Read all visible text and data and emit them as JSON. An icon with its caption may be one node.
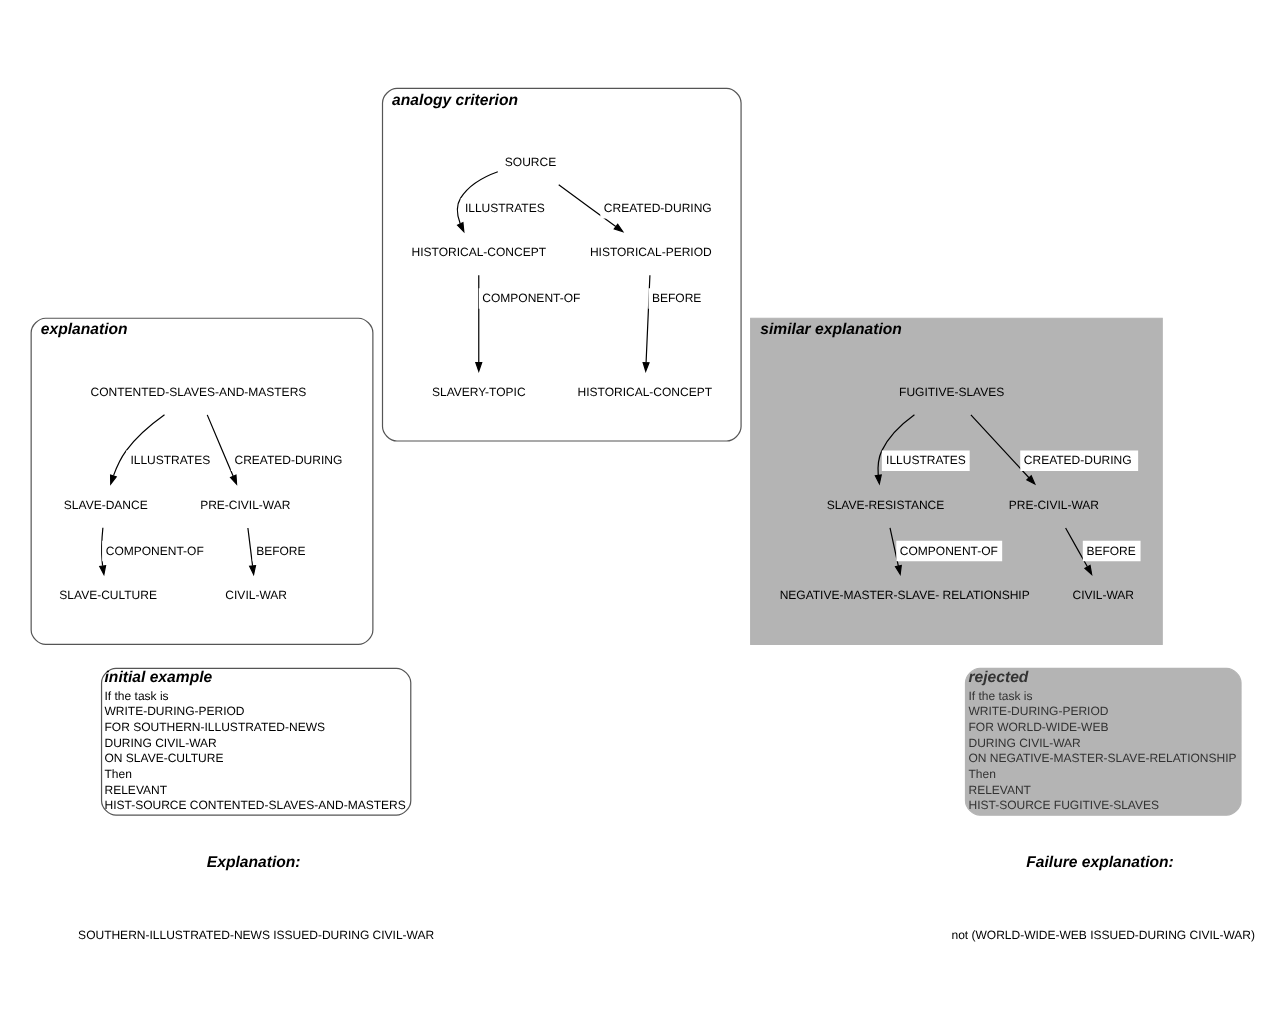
{
  "diagram": {
    "nodes": [
      {
        "text": [
          "analogy criterion"
        ]
      },
      {
        "text": [
          "HISTORICAL-CONCEPT"
        ],
        "in": 0
      },
      {
        "text": [
          "SOURCE"
        ],
        "in": 0
      },
      {
        "text": [
          "SLAVERY-TOPIC"
        ],
        "in": 0
      },
      {
        "text": [
          "HISTORICAL-PERIOD"
        ],
        "in": 0
      },
      {
        "text": [
          "HISTORICAL-CONCEPT"
        ],
        "in": 0
      },
      {
        "text": [
          "explanation"
        ]
      },
      {
        "text": [
          "SLAVE-DANCE"
        ],
        "in": 6
      },
      {
        "text": [
          "CONTENTED-SLAVES-AND-MASTERS"
        ],
        "in": 6
      },
      {
        "text": [
          "SLAVE-CULTURE"
        ],
        "in": 6
      },
      {
        "text": [
          "PRE-CIVIL-WAR"
        ],
        "in": 6
      },
      {
        "text": [
          "CIVIL-WAR"
        ],
        "in": 6
      },
      {
        "text": [
          "similar explanation"
        ]
      },
      {
        "text": [
          "SLAVE-RESISTANCE"
        ],
        "in": 12
      },
      {
        "text": [
          "FUGITIVE-SLAVES"
        ],
        "in": 12
      },
      {
        "text": [
          "NEGATIVE-MASTER-SLAVE- RELATIONSHIP"
        ],
        "in": 12
      },
      {
        "text": [
          "PRE-CIVIL-WAR"
        ],
        "in": 12
      },
      {
        "text": [
          "CIVIL-WAR"
        ],
        "in": 12
      },
      {
        "text": [
          "initial example",
          "If the task is",
          "WRITE-DURING-PERIOD",
          "FOR SOUTHERN-ILLUSTRATED-NEWS",
          "DURING CIVIL-WAR",
          "ON SLAVE-CULTURE",
          "Then",
          "RELEVANT",
          "HIST-SOURCE CONTENTED-SLAVES-AND-MASTERS"
        ]
      },
      {
        "text": [
          "rejected",
          "If the task is",
          "WRITE-DURING-PERIOD",
          "FOR WORLD-WIDE-WEB",
          "DURING CIVIL-WAR",
          "ON NEGATIVE-MASTER-SLAVE-RELATIONSHIP",
          "Then",
          "RELEVANT",
          "HIST-SOURCE FUGITIVE-SLAVES"
        ]
      }
    ],
    "edges": [
      {
        "from": 2,
        "to": 1,
        "arrow": "to",
        "label": "ILLUSTRATES"
      },
      {
        "from": 1,
        "to": 3,
        "arrow": "to",
        "label": "COMPONENT-OF"
      },
      {
        "from": 2,
        "to": 4,
        "arrow": "to",
        "label": "CREATED-DURING"
      },
      {
        "from": 4,
        "to": 5,
        "arrow": "to",
        "label": "BEFORE"
      },
      {
        "from": 8,
        "to": 7,
        "arrow": "to",
        "label": "ILLUSTRATES"
      },
      {
        "from": 7,
        "to": 9,
        "arrow": "to",
        "label": "COMPONENT-OF"
      },
      {
        "from": 8,
        "to": 10,
        "arrow": "to",
        "label": "CREATED-DURING"
      },
      {
        "from": 10,
        "to": 11,
        "arrow": "to",
        "label": "BEFORE"
      },
      {
        "from": 14,
        "to": 13,
        "arrow": "to",
        "label": "ILLUSTRATES"
      },
      {
        "from": 13,
        "to": 15,
        "arrow": "to",
        "label": "COMPONENT-OF"
      },
      {
        "from": 14,
        "to": 16,
        "arrow": "to",
        "label": "CREATED-DURING"
      },
      {
        "from": 16,
        "to": 17,
        "arrow": "to",
        "label": "BEFORE"
      }
    ],
    "labels": [
      "Explanation:",
      "SOUTHERN-ILLUSTRATED-NEWS ISSUED-DURING CIVIL-WAR",
      "Failure explanation:",
      "not (WORLD-WIDE-WEB ISSUED-DURING CIVIL-WAR)"
    ]
  }
}
